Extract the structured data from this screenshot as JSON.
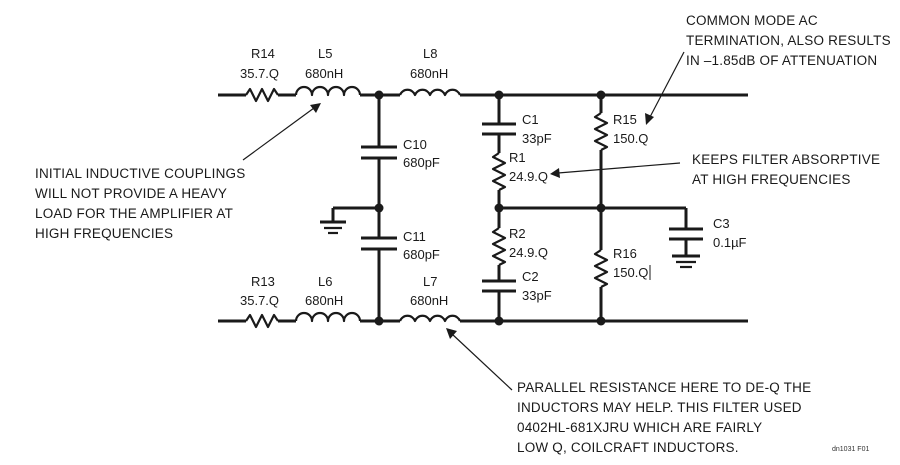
{
  "components": {
    "r14": {
      "ref": "R14",
      "value": "35.7.Q"
    },
    "l5": {
      "ref": "L5",
      "value": "680nH"
    },
    "l8": {
      "ref": "L8",
      "value": "680nH"
    },
    "c1": {
      "ref": "C1",
      "value": "33pF"
    },
    "r1": {
      "ref": "R1",
      "value": "24.9.Q"
    },
    "r15": {
      "ref": "R15",
      "value": "150.Q"
    },
    "c10": {
      "ref": "C10",
      "value": "680pF"
    },
    "c11": {
      "ref": "C11",
      "value": "680pF"
    },
    "r2": {
      "ref": "R2",
      "value": "24.9.Q"
    },
    "c2": {
      "ref": "C2",
      "value": "33pF"
    },
    "c3": {
      "ref": "C3",
      "value": "0.1µF"
    },
    "r16": {
      "ref": "R16",
      "value": "150.Q"
    },
    "r13": {
      "ref": "R13",
      "value": "35.7.Q"
    },
    "l6": {
      "ref": "L6",
      "value": "680nH"
    },
    "l7": {
      "ref": "L7",
      "value": "680nH"
    }
  },
  "notes": {
    "common_mode": [
      "COMMON MODE AC",
      "TERMINATION, ALSO RESULTS",
      "IN –1.85dB OF ATTENUATION"
    ],
    "initial_coupling": [
      "INITIAL INDUCTIVE COUPLINGS",
      "WILL NOT PROVIDE A HEAVY",
      "LOAD FOR THE AMPLIFIER AT",
      "HIGH FREQUENCIES"
    ],
    "absorptive": [
      "KEEPS FILTER ABSORPTIVE",
      "AT HIGH FREQUENCIES"
    ],
    "parallel_resistance": [
      "PARALLEL RESISTANCE HERE TO DE-Q THE",
      "INDUCTORS MAY HELP. THIS FILTER USED",
      "0402HL-681XJRU WHICH ARE FAIRLY",
      "LOW Q, COILCRAFT INDUCTORS."
    ]
  },
  "figure_id": "dn1031 F01"
}
